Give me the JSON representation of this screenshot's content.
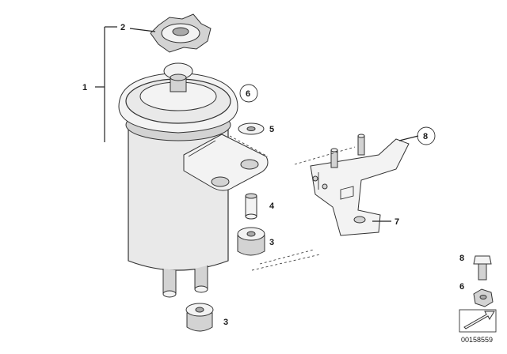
{
  "callouts": {
    "c1": "1",
    "c2": "2",
    "c3a": "3",
    "c3b": "3",
    "c4": "4",
    "c5": "5",
    "c6a": "6",
    "c7": "7",
    "c8a": "8",
    "c8b": "8",
    "c6b": "6"
  },
  "diagram_id": "00158559"
}
